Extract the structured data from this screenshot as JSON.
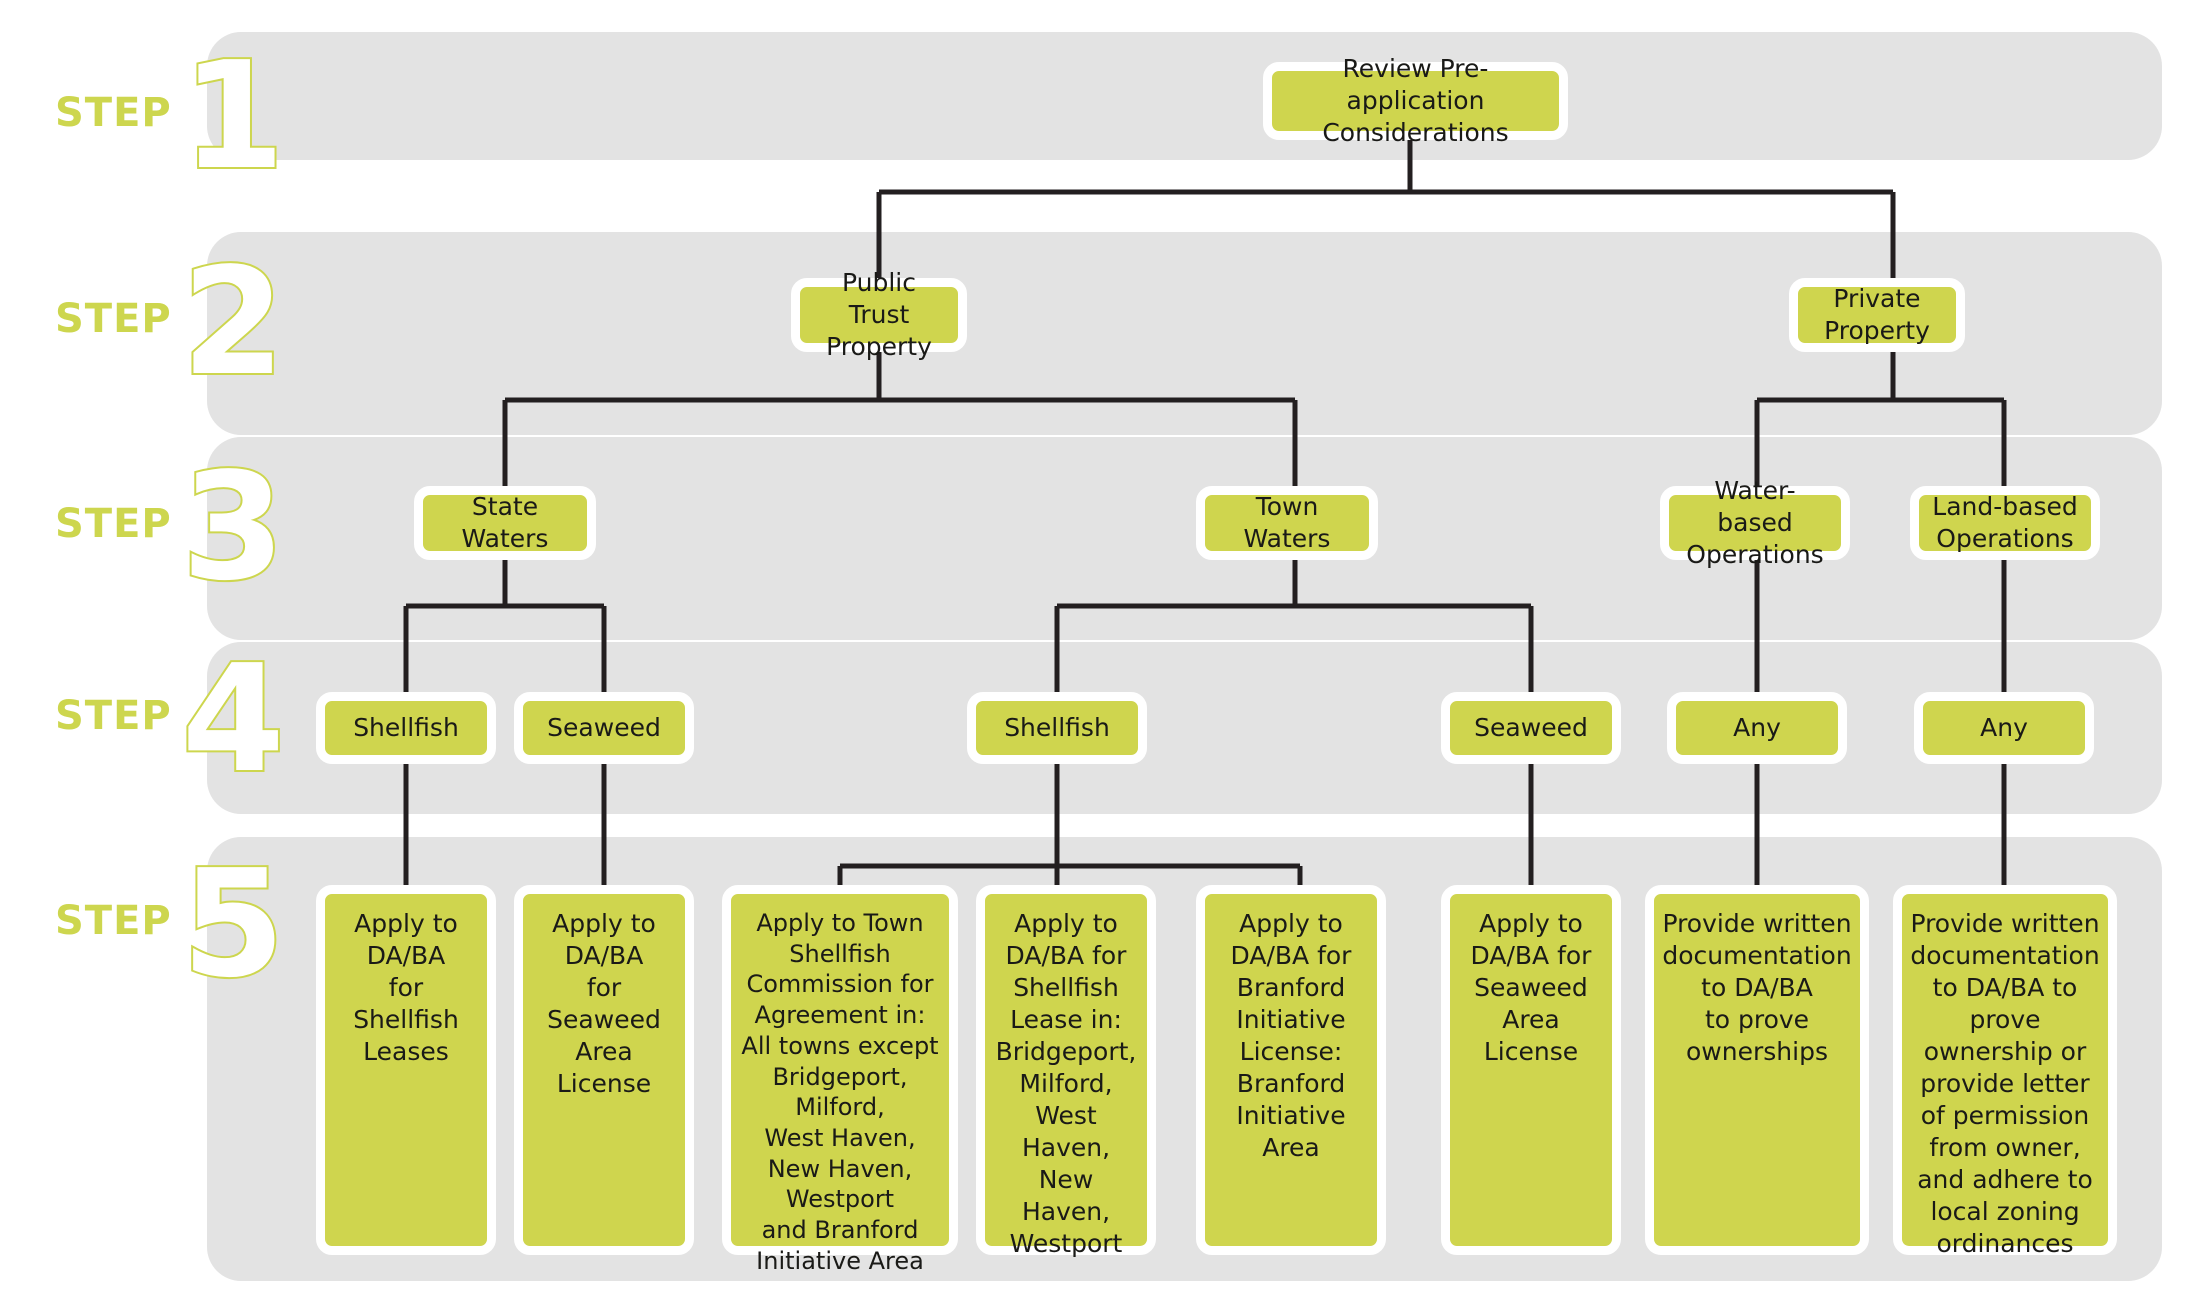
{
  "diagram": {
    "title": "Aquaculture Permitting Step Flowchart",
    "accent_color": "#cdd64e",
    "node_fill": "#cfd54e",
    "band_color": "#e3e3e3",
    "line_color": "#231f20"
  },
  "steps": [
    {
      "word": "STEP",
      "number": "1"
    },
    {
      "word": "STEP",
      "number": "2"
    },
    {
      "word": "STEP",
      "number": "3"
    },
    {
      "word": "STEP",
      "number": "4"
    },
    {
      "word": "STEP",
      "number": "5"
    }
  ],
  "nodes": {
    "step1": [
      {
        "id": "review",
        "label": "Review Pre-application\nConsiderations"
      }
    ],
    "step2": [
      {
        "id": "public-trust-property",
        "label": "Public Trust\nProperty"
      },
      {
        "id": "private-property",
        "label": "Private\nProperty"
      }
    ],
    "step3": [
      {
        "id": "state-waters",
        "label": "State Waters"
      },
      {
        "id": "town-waters",
        "label": "Town Waters"
      },
      {
        "id": "water-based-operations",
        "label": "Water-based\nOperations"
      },
      {
        "id": "land-based-operations",
        "label": "Land-based\nOperations"
      }
    ],
    "step4": [
      {
        "id": "state-shellfish",
        "label": "Shellfish"
      },
      {
        "id": "state-seaweed",
        "label": "Seaweed"
      },
      {
        "id": "town-shellfish",
        "label": "Shellfish"
      },
      {
        "id": "town-seaweed",
        "label": "Seaweed"
      },
      {
        "id": "water-any",
        "label": "Any"
      },
      {
        "id": "land-any",
        "label": "Any"
      }
    ],
    "step5": [
      {
        "id": "state-shellfish-lease",
        "label": "Apply to\nDA/BA\nfor\nShellfish\nLeases"
      },
      {
        "id": "state-seaweed-license",
        "label": "Apply to\nDA/BA\nfor\nSeaweed\nArea\nLicense"
      },
      {
        "id": "town-shellfish-commission",
        "label": "Apply to Town\nShellfish\nCommission for\nAgreement in:\nAll towns except\nBridgeport, Milford,\nWest Haven,\nNew Haven,\nWestport\nand Branford\nInitiative Area"
      },
      {
        "id": "town-shellfish-lease",
        "label": "Apply to\nDA/BA for\nShellfish\nLease in:\nBridgeport,\nMilford,\nWest Haven,\nNew Haven,\nWestport"
      },
      {
        "id": "branford-initiative-license",
        "label": "Apply to\nDA/BA for\nBranford\nInitiative\nLicense:\nBranford\nInitiative Area"
      },
      {
        "id": "town-seaweed-license",
        "label": "Apply to\nDA/BA for\nSeaweed\nArea\nLicense"
      },
      {
        "id": "water-documentation",
        "label": "Provide written\ndocumentation\nto DA/BA\nto prove\nownerships"
      },
      {
        "id": "land-documentation",
        "label": "Provide written\ndocumentation\nto DA/BA to\nprove ownership or\nprovide  letter\nof permission\nfrom owner,\nand adhere to\nlocal zoning\nordinances"
      }
    ]
  }
}
